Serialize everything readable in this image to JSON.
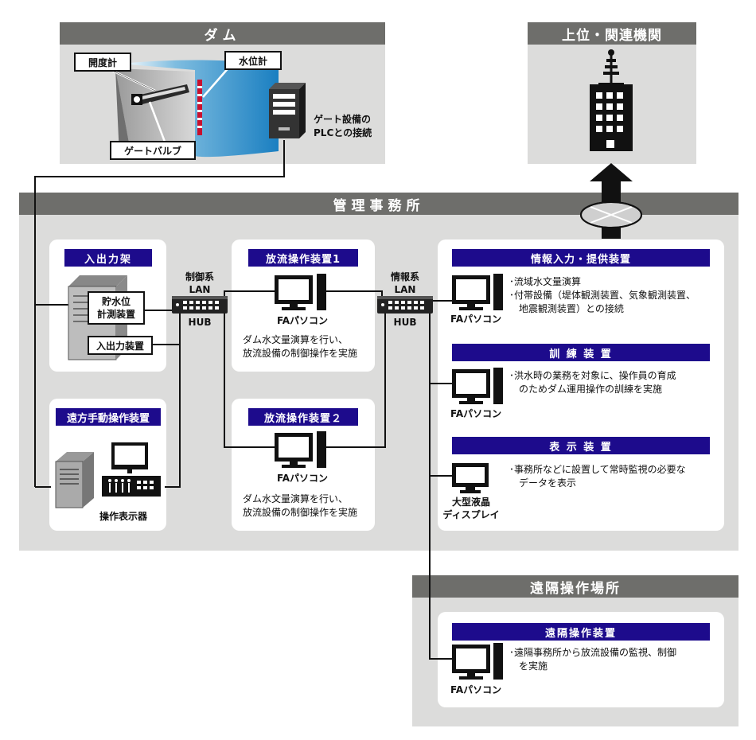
{
  "dam": {
    "title": "ダム",
    "gauge_label": "開度計",
    "water_level_label": "水位計",
    "valve_label": "ゲートバルブ",
    "plc_line1": "ゲート設備の",
    "plc_line2": "PLCとの接続"
  },
  "upper": {
    "title": "上位・関連機関"
  },
  "office": {
    "title": "管理事務所",
    "io_rack": {
      "tag": "入出力架",
      "storage_line1": "貯水位",
      "storage_line2": "計測装置",
      "io_device": "入出力装置"
    },
    "remote_manual": {
      "tag": "遠方手動操作装置",
      "display_label": "操作表示器"
    },
    "control_hub": {
      "line1": "制御系",
      "line2": "LAN",
      "line3": "HUB"
    },
    "info_hub": {
      "line1": "情報系",
      "line2": "LAN",
      "line3": "HUB"
    },
    "discharge1": {
      "tag": "放流操作装置1",
      "pc_label": "FAパソコン",
      "desc1": "ダム水文量演算を行い、",
      "desc2": "放流設備の制御操作を実施"
    },
    "discharge2": {
      "tag": "放流操作装置２",
      "pc_label": "FAパソコン",
      "desc1": "ダム水文量演算を行い、",
      "desc2": "放流設備の制御操作を実施"
    },
    "info_provide": {
      "tag": "情報入力・提供装置",
      "pc_label": "FAパソコン",
      "line1": "･流域水文量演算",
      "line2": "･付帯設備（堤体観測装置、気象観測装置、",
      "line3": "地震観測装置）との接続"
    },
    "training": {
      "tag": "訓 練 装 置",
      "pc_label": "FAパソコン",
      "line1": "･洪水時の業務を対象に、操作員の育成",
      "line2": "のためダム運用操作の訓練を実施"
    },
    "display": {
      "tag": "表 示 装 置",
      "pc_line1": "大型液晶",
      "pc_line2": "ディスプレイ",
      "line1": "･事務所などに設置して常時監視の必要な",
      "line2": "データを表示"
    }
  },
  "remote": {
    "title": "遠隔操作場所",
    "device": {
      "tag": "遠隔操作装置",
      "pc_label": "FAパソコン",
      "line1": "･遠隔事務所から放流設備の監視、制御",
      "line2": "を実施"
    }
  },
  "colors": {
    "header_gray": "#6e6e6b",
    "panel_gray": "#dcdcdb",
    "tag_navy": "#1d0b8c",
    "water_blue": "#1f86c7"
  }
}
